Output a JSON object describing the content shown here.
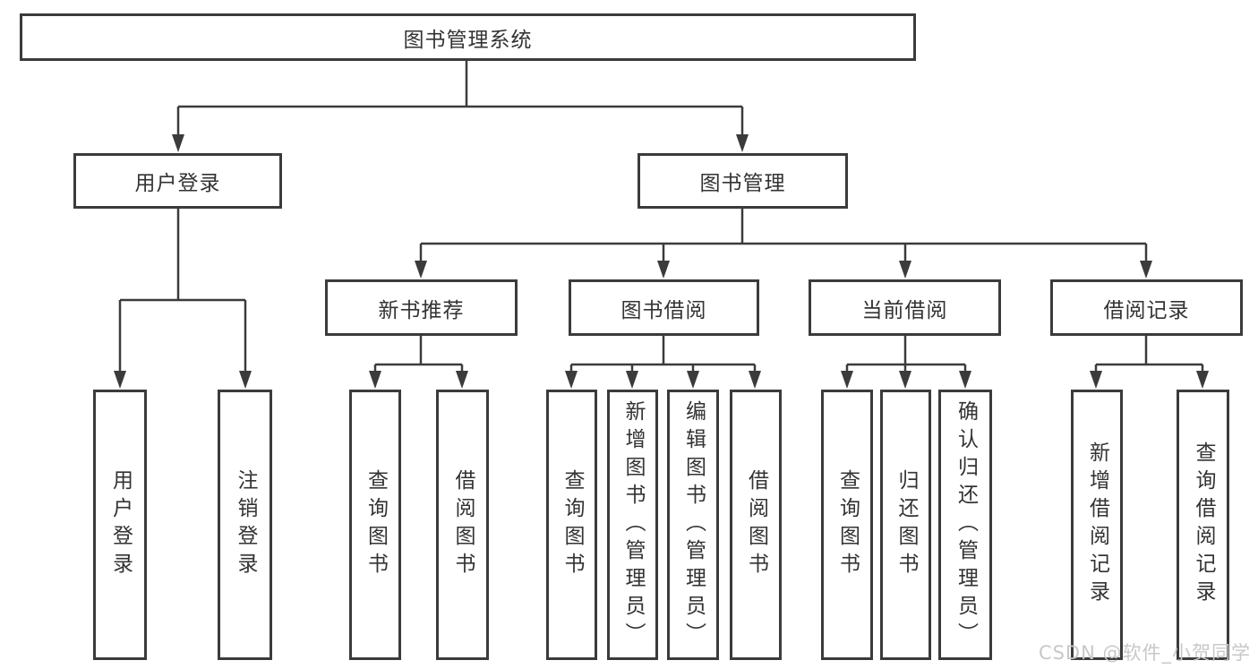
{
  "nodes": {
    "root": "图书管理系统",
    "user_login": "用户登录",
    "book_mgmt": "图书管理",
    "new_book_rec": "新书推荐",
    "book_borrow": "图书借阅",
    "current_borrow": "当前借阅",
    "borrow_records": "借阅记录",
    "leaf_user_login": "用户登录",
    "leaf_logout": "注销登录",
    "leaf_query_books_1": "查询图书",
    "leaf_borrow_books_1": "借阅图书",
    "leaf_query_books_2": "查询图书",
    "leaf_add_books_admin": "新增图书（管理员）",
    "leaf_edit_books_admin": "编辑图书（管理员）",
    "leaf_borrow_books_2": "借阅图书",
    "leaf_query_books_3": "查询图书",
    "leaf_return_books": "归还图书",
    "leaf_confirm_return_admin": "确认归还（管理员）",
    "leaf_add_borrow_record": "新增借阅记录",
    "leaf_query_borrow_record": "查询借阅记录"
  },
  "watermark": "CSDN @软件_小贺同学",
  "colors": {
    "line": "#3b3b3b",
    "text": "#333333",
    "watermark": "#c8c8c8",
    "background": "#ffffff"
  }
}
